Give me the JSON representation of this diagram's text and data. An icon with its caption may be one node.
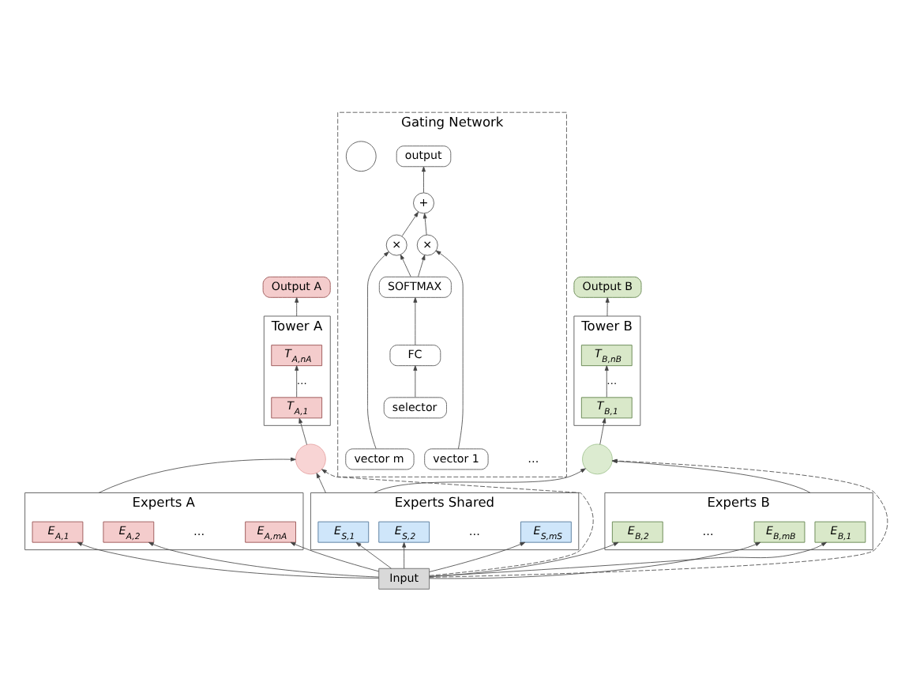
{
  "diagram": {
    "nodes": [
      {
        "text": [
          "Output A"
        ]
      },
      {
        "text": [
          "Tower A"
        ]
      },
      {
        "text": [
          "T$_{A,nA}$"
        ],
        "in": 1
      },
      {
        "text": [
          "T$_{A,1}$"
        ],
        "in": 1
      },
      {
        "text": [],
        "shape": "circle"
      },
      {
        "text": [
          "Gating Network"
        ]
      },
      {
        "text": [],
        "shape": "circle",
        "in": 5
      },
      {
        "text": [
          "output"
        ],
        "in": 5
      },
      {
        "text": [
          "+"
        ],
        "in": 5
      },
      {
        "text": [
          "×"
        ],
        "in": 5
      },
      {
        "text": [
          "×"
        ],
        "in": 5
      },
      {
        "text": [
          "SOFTMAX"
        ],
        "in": 5
      },
      {
        "text": [
          "FC"
        ],
        "in": 5
      },
      {
        "text": [
          "selector"
        ],
        "in": 5
      },
      {
        "text": [
          "vector 1"
        ],
        "in": 5
      },
      {
        "text": [
          "vector m"
        ],
        "in": 5
      },
      {
        "text": [
          "Output B"
        ]
      },
      {
        "text": [
          "Tower B"
        ]
      },
      {
        "text": [
          "T$_{B,nB}$"
        ],
        "in": 17
      },
      {
        "text": [
          "T$_{B,1}$"
        ],
        "in": 17
      },
      {
        "text": [],
        "shape": "circle"
      },
      {
        "text": [
          "Experts A"
        ]
      },
      {
        "text": [
          "E$_{A,1}$"
        ],
        "in": 21
      },
      {
        "text": [
          "E$_{A,2}$"
        ],
        "in": 21
      },
      {
        "text": [
          "E$_{A,mA}$"
        ],
        "in": 21
      },
      {
        "text": [
          "Experts Shared"
        ]
      },
      {
        "text": [
          "E$_{S,1}$"
        ],
        "in": 25
      },
      {
        "text": [
          "E$_{S,2}$"
        ],
        "in": 25
      },
      {
        "text": [
          "E$_{S,mS}$"
        ],
        "in": 25
      },
      {
        "text": [
          "Experts B"
        ]
      },
      {
        "text": [
          "E$_{B,1}$"
        ],
        "in": 29
      },
      {
        "text": [
          "E$_{B,2}$"
        ],
        "in": 29
      },
      {
        "text": [
          "E$_{B,mB}$"
        ],
        "in": 29
      },
      {
        "text": [
          "Input"
        ]
      }
    ],
    "edges": [
      {
        "from": 14,
        "to": 9,
        "arrow": "to"
      },
      {
        "from": 15,
        "to": 10,
        "arrow": "to"
      },
      {
        "from": 13,
        "to": 12,
        "arrow": "to"
      },
      {
        "from": 12,
        "to": 11,
        "arrow": "to"
      },
      {
        "from": 11,
        "to": 9,
        "arrow": "to"
      },
      {
        "from": 11,
        "to": 10,
        "arrow": "to"
      },
      {
        "from": 9,
        "to": 8,
        "arrow": "to"
      },
      {
        "from": 10,
        "to": 8,
        "arrow": "to"
      },
      {
        "from": 8,
        "to": 7,
        "arrow": "to"
      },
      {
        "from": 4,
        "to": 3,
        "arrow": "to"
      },
      {
        "from": 3,
        "to": 2,
        "arrow": "to",
        "label": "…"
      },
      {
        "from": 1,
        "to": 0,
        "arrow": "to"
      },
      {
        "from": 20,
        "to": 19,
        "arrow": "to"
      },
      {
        "from": 19,
        "to": 18,
        "arrow": "to",
        "label": "…"
      },
      {
        "from": 17,
        "to": 16,
        "arrow": "to"
      },
      {
        "from": 21,
        "to": 4,
        "arrow": "to"
      },
      {
        "from": 25,
        "to": 4,
        "arrow": "to"
      },
      {
        "from": 25,
        "to": 20,
        "arrow": "to"
      },
      {
        "from": 29,
        "to": 20,
        "arrow": "to"
      },
      {
        "from": 33,
        "to": 22,
        "arrow": "to"
      },
      {
        "from": 33,
        "to": 23,
        "arrow": "to"
      },
      {
        "from": 33,
        "to": 24,
        "arrow": "to"
      },
      {
        "from": 33,
        "to": 26,
        "arrow": "to"
      },
      {
        "from": 33,
        "to": 27,
        "arrow": "to"
      },
      {
        "from": 33,
        "to": 28,
        "arrow": "to"
      },
      {
        "from": 33,
        "to": 30,
        "arrow": "to"
      },
      {
        "from": 33,
        "to": 31,
        "arrow": "to"
      },
      {
        "from": 33,
        "to": 32,
        "arrow": "to"
      },
      {
        "from": 33,
        "to": 4,
        "arrow": "to",
        "style": "dashed"
      },
      {
        "from": 33,
        "to": 20,
        "arrow": "to",
        "style": "dashed"
      }
    ],
    "labels": [
      "…",
      "…",
      "…",
      "…"
    ]
  }
}
